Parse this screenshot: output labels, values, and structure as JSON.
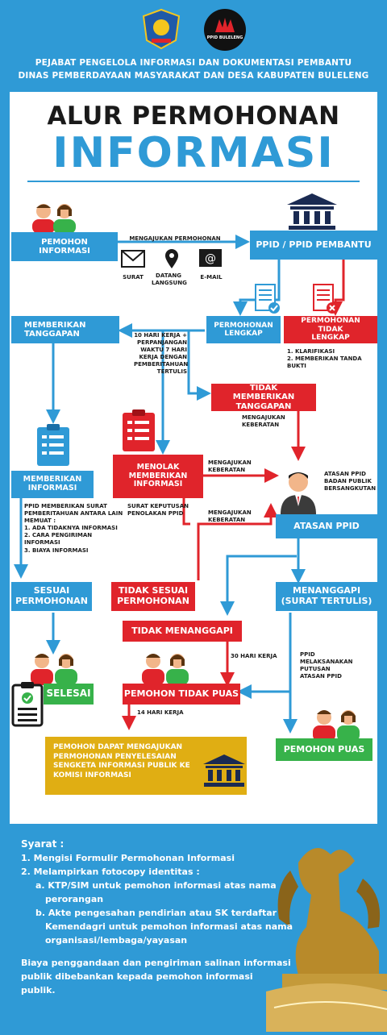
{
  "header": {
    "org_line1": "PEJABAT PENGELOLA INFORMASI DAN DOKUMENTASI PEMBANTU",
    "org_line2": "DINAS PEMBERDAYAAN MASYARAKAT DAN DESA KABUPATEN BULELENG",
    "logo_right_text": "PPID BULELENG"
  },
  "title": {
    "line1": "ALUR PERMOHONAN",
    "line2": "INFORMASI"
  },
  "nodes": {
    "pemohon_informasi": "PEMOHON INFORMASI",
    "mengajukan_permohonan": "MENGAJUKAN PERMOHONAN",
    "surat": "SURAT",
    "datang_langsung": "DATANG LANGSUNG",
    "email": "E-MAIL",
    "ppid_pembantu": "PPID / PPID PEMBANTU",
    "permohonan_lengkap": "PERMOHONAN LENGKAP",
    "permohonan_tidak_lengkap": "PERMOHONAN TIDAK LENGKAP",
    "tidak_lengkap_note": "1. KLARIFIKASI\n2. MEMBERIKAN TANDA BUKTI",
    "memberikan_tanggapan": "MEMBERIKAN TANGGAPAN",
    "hari_kerja_note": "10 HARI KERJA + PERPANJANGAN WAKTU 7 HARI KERJA DENGAN PEMBERITAHUAN TERTULIS",
    "tidak_memberikan_tanggapan": "TIDAK MEMBERIKAN TANGGAPAN",
    "mengajukan_keberatan_1": "MENGAJUKAN KEBERATAN",
    "menolak_memberikan_informasi": "MENOLAK MEMBERIKAN INFORMASI",
    "mengajukan_keberatan_2": "MENGAJUKAN KEBERATAN",
    "atasan_ppid_note": "ATASAN PPID BADAN PUBLIK BERSANGKUTAN",
    "surat_keputusan": "SURAT KEPUTUSAN PENOLAKAN PPID",
    "mengajukan_keberatan_3": "MENGAJUKAN KEBERATAN",
    "memberikan_informasi": "MEMBERIKAN INFORMASI",
    "memberikan_informasi_note": "PPID MEMBERIKAN SURAT PEMBERITAHUAN ANTARA LAIN MEMUAT :\n1. ADA TIDAKNYA INFORMASI\n2. CARA PENGIRIMAN INFORMASI\n3. BIAYA INFORMASI",
    "atasan_ppid": "ATASAN PPID",
    "sesuai_permohonan": "SESUAI PERMOHONAN",
    "tidak_sesuai_permohonan": "TIDAK SESUAI PERMOHONAN",
    "menanggapi": "MENANGGAPI (SURAT TERTULIS)",
    "tidak_menanggapi": "TIDAK MENANGGAPI",
    "tiga_puluh_hari": "30 HARI KERJA",
    "ppid_melaksanakan": "PPID MELAKSANAKAN PUTUSAN ATASAN PPID",
    "selesai": "SELESAI",
    "pemohon_tidak_puas": "PEMOHON TIDAK PUAS",
    "empat_belas_hari": "14 HARI KERJA",
    "pemohon_puas": "PEMOHON PUAS",
    "sengketa": "PEMOHON DAPAT MENGAJUKAN PERMOHONAN PENYELESAIAN SENGKETA INFORMASI PUBLIK KE KOMISI INFORMASI"
  },
  "syarat": {
    "title": "Syarat :",
    "item1": "1.  Mengisi Formulir Permohonan Informasi",
    "item2": "2.  Melampirkan fotocopy identitas :",
    "item2a_line1": "a.  KTP/SIM untuk pemohon informasi atas nama",
    "item2a_line2": "perorangan",
    "item2b_line1": "b.  Akte pengesahan pendirian atau SK terdaftar",
    "item2b_line2": "Kemendagri untuk pemohon informasi atas nama",
    "item2b_line3": "organisasi/lembaga/yayasan",
    "biaya_line1": "Biaya penggandaan dan pengiriman salinan informasi",
    "biaya_line2": "publik dibebankan kepada pemohon informasi",
    "biaya_line3": "publik."
  },
  "colors": {
    "blue": "#2f9ad6",
    "red": "#e0242b",
    "green": "#37b24a",
    "gold": "#e0ae13",
    "title_blue": "#2f9ad6"
  }
}
